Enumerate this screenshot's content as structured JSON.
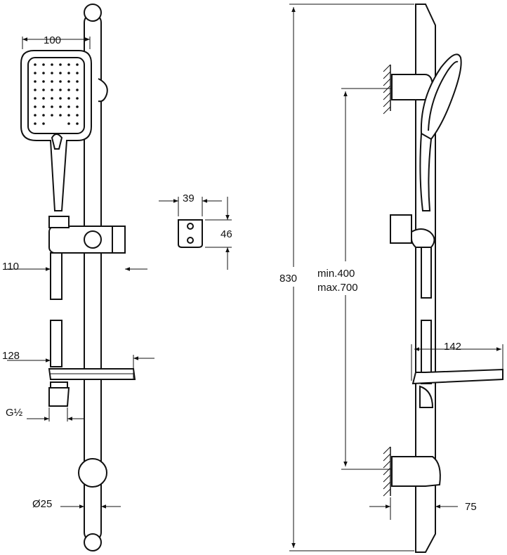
{
  "labels": {
    "handshower_width": "100",
    "bracket_width": "39",
    "bracket_height": "46",
    "holder_offset": "110",
    "shelf_offset": "128",
    "thread": "G½",
    "rail_diameter": "Ø25",
    "total_height": "830",
    "bracket_spacing_min": "min.400",
    "bracket_spacing_max": "max.700",
    "shelf_depth": "142",
    "wall_projection": "75"
  },
  "icons": {
    "hand_shower": "hand-shower-icon",
    "wall_bracket": "wall-bracket-icon",
    "soap_shelf": "soap-shelf-icon",
    "wall": "wall-hatch-icon"
  }
}
